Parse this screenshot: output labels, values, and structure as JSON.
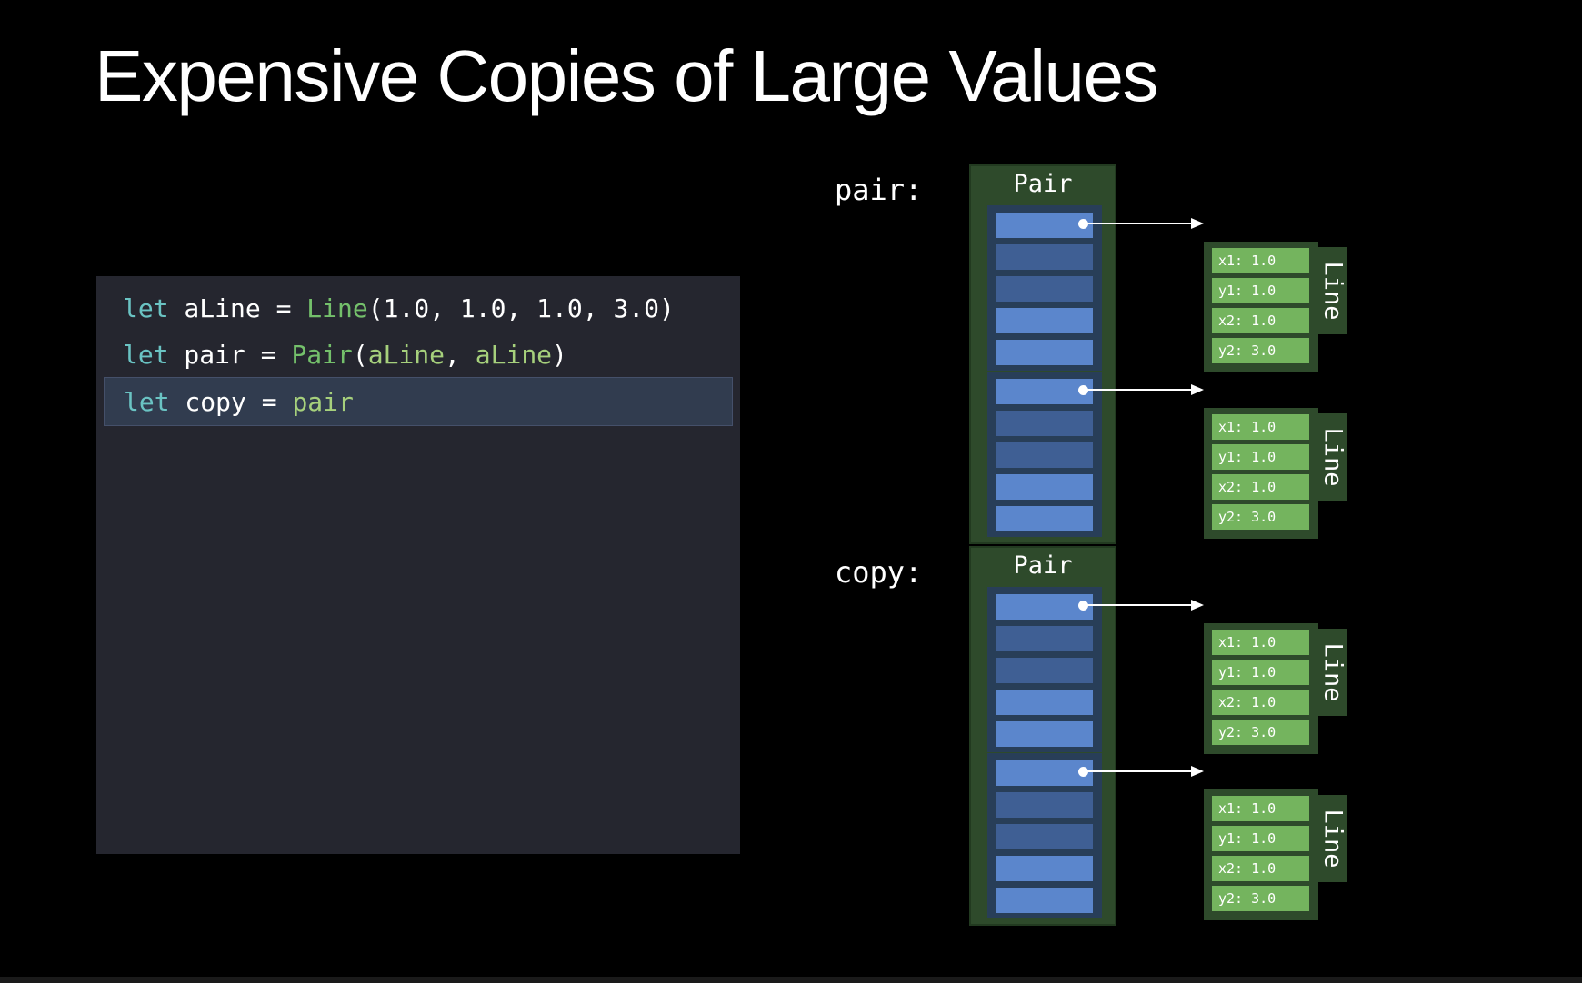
{
  "title": "Expensive Copies of Large Values",
  "code": {
    "lines": [
      [
        {
          "t": "let",
          "k": "kw"
        },
        {
          "t": " aLine = ",
          "k": "plain"
        },
        {
          "t": "Line",
          "k": "type"
        },
        {
          "t": "(1.0, 1.0, 1.0, 3.0)",
          "k": "plain"
        }
      ],
      [
        {
          "t": "let",
          "k": "kw"
        },
        {
          "t": " pair = ",
          "k": "plain"
        },
        {
          "t": "Pair",
          "k": "type"
        },
        {
          "t": "(",
          "k": "plain"
        },
        {
          "t": "aLine",
          "k": "var"
        },
        {
          "t": ", ",
          "k": "plain"
        },
        {
          "t": "aLine",
          "k": "var"
        },
        {
          "t": ")",
          "k": "plain"
        }
      ],
      [
        {
          "t": "let",
          "k": "kw"
        },
        {
          "t": " copy = ",
          "k": "plain"
        },
        {
          "t": "pair",
          "k": "var"
        }
      ]
    ],
    "highlighted_line": 2
  },
  "diagram": {
    "pairs": [
      {
        "label": "pair:",
        "type_label": "Pair"
      },
      {
        "label": "copy:",
        "type_label": "Pair"
      }
    ],
    "line_type_label": "Line",
    "line_fields": [
      {
        "name": "x1",
        "value": "1.0"
      },
      {
        "name": "y1",
        "value": "1.0"
      },
      {
        "name": "x2",
        "value": "1.0"
      },
      {
        "name": "y2",
        "value": "3.0"
      }
    ],
    "slot_shades": [
      "bright",
      "dim",
      "dim",
      "bright",
      "bright"
    ]
  },
  "colors": {
    "keyword": "#6ac3c3",
    "type": "#74c06b",
    "variable": "#a6d07c",
    "box_green": "#2e4a2b",
    "slot_blue": "#5b86cc",
    "field_green": "#74b45e"
  }
}
